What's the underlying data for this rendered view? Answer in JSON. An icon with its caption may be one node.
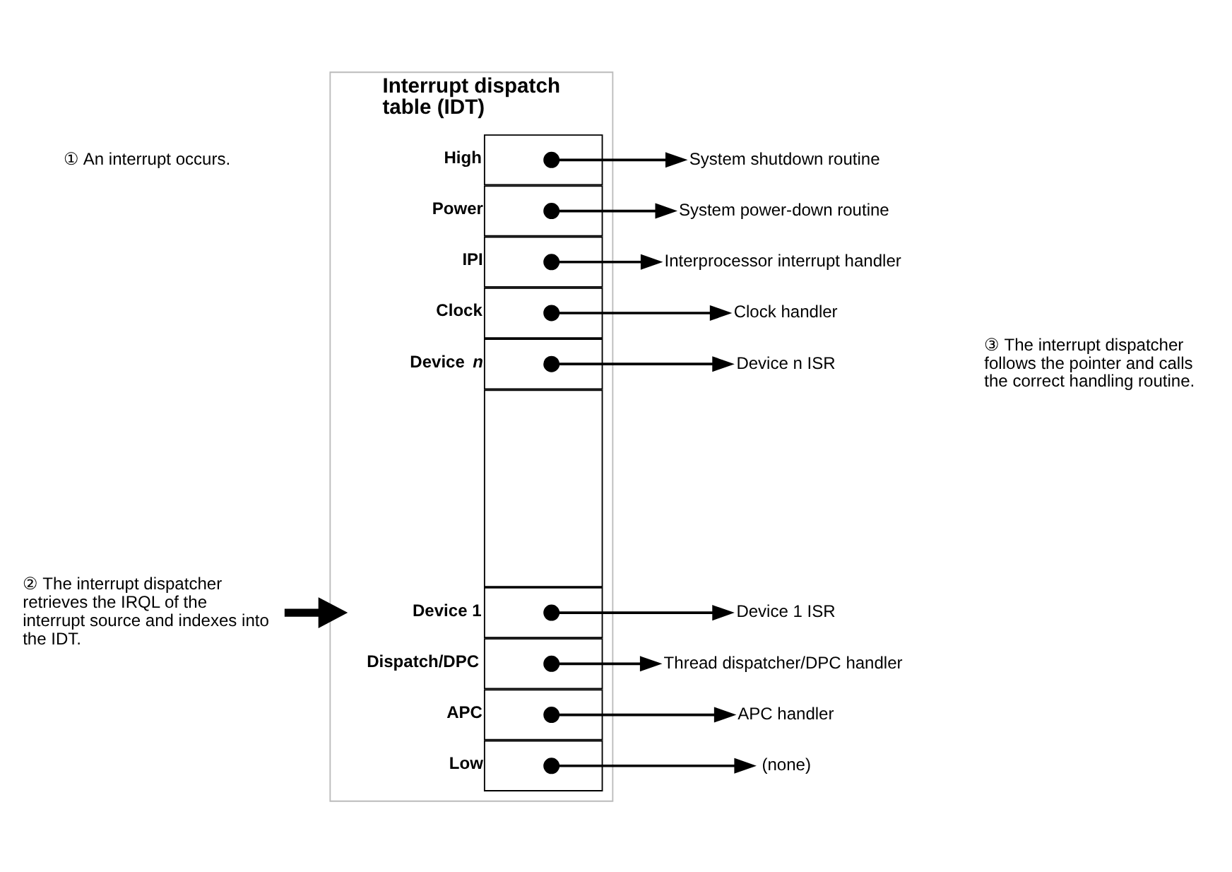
{
  "diagram": {
    "nodes": [
      {
        "text": [
          "Interrupt dispatch table (IDT)"
        ]
      },
      {
        "text": [],
        "shape": "box",
        "beside": [
          "High"
        ],
        "in": 0
      },
      {
        "text": [],
        "shape": "box",
        "beside": [
          "Power"
        ],
        "in": 0
      },
      {
        "text": [],
        "shape": "box",
        "beside": [
          "IPI"
        ],
        "in": 0
      },
      {
        "text": [],
        "shape": "box",
        "beside": [
          "Clock"
        ],
        "in": 0
      },
      {
        "text": [],
        "shape": "box",
        "beside": [
          "Device *n*"
        ],
        "in": 0
      },
      {
        "text": [],
        "shape": "box",
        "in": 0
      },
      {
        "text": [],
        "shape": "box",
        "beside": [
          "Device 1"
        ],
        "in": 0
      },
      {
        "text": [],
        "shape": "box",
        "beside": [
          "Dispatch/DPC"
        ],
        "in": 0
      },
      {
        "text": [],
        "shape": "box",
        "beside": [
          "APC"
        ],
        "in": 0
      },
      {
        "text": [],
        "shape": "box",
        "beside": [
          "Low"
        ],
        "in": 0
      },
      {
        "text": [
          "System shutdown routine"
        ]
      },
      {
        "text": [
          "System power-down routine"
        ]
      },
      {
        "text": [
          "Interprocessor interrupt handler"
        ]
      },
      {
        "text": [
          "Clock handler"
        ]
      },
      {
        "text": [
          "Device n ISR"
        ]
      },
      {
        "text": [
          "Device 1 ISR"
        ]
      },
      {
        "text": [
          "Thread dispatcher/DPC handler"
        ]
      },
      {
        "text": [
          "APC handler"
        ]
      },
      {
        "text": [
          "(none)"
        ]
      },
      {
        "text": [
          "② The interrupt dispatcher retrieves the IRQL of the interrupt source and indexes into the IDT."
        ]
      }
    ],
    "edges": [
      {
        "from": 1,
        "to": 11,
        "arrow": "to"
      },
      {
        "from": 2,
        "to": 12,
        "arrow": "to"
      },
      {
        "from": 3,
        "to": 13,
        "arrow": "to"
      },
      {
        "from": 4,
        "to": 14,
        "arrow": "to"
      },
      {
        "from": 5,
        "to": 15,
        "arrow": "to"
      },
      {
        "from": 7,
        "to": 16,
        "arrow": "to"
      },
      {
        "from": 8,
        "to": 17,
        "arrow": "to"
      },
      {
        "from": 9,
        "to": 18,
        "arrow": "to"
      },
      {
        "from": 10,
        "to": 19,
        "arrow": "to"
      },
      {
        "from": 20,
        "to": 7,
        "arrow": "to",
        "style": "thick"
      }
    ],
    "labels": [
      "① An interrupt occurs.",
      "③ The interrupt dispatcher follows the pointer and calls the correct handling routine."
    ]
  }
}
